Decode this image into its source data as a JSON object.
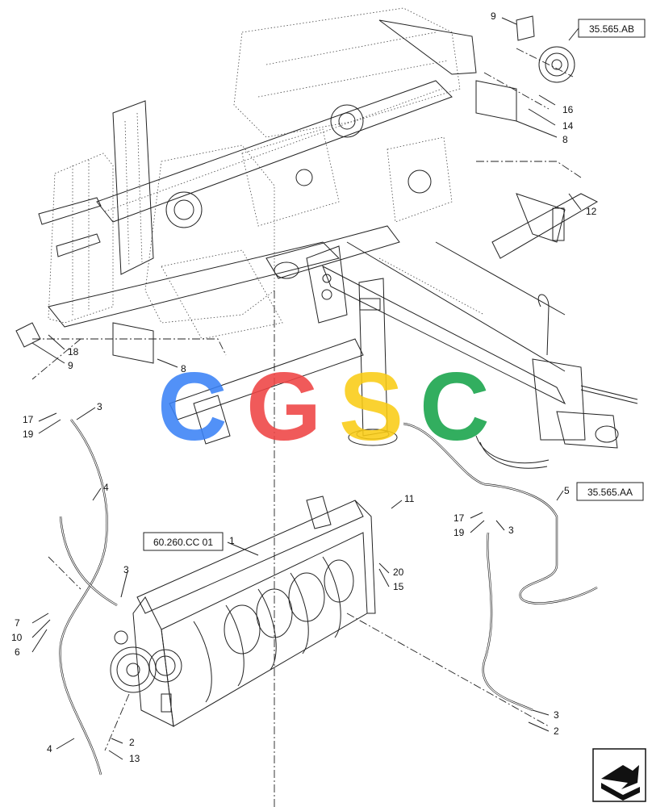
{
  "refs": {
    "r1": "35.565.AB",
    "r2": "35.565.AA",
    "r3": "60.260.CC 01"
  },
  "callouts": {
    "c9a": "9",
    "c16": "16",
    "c14": "14",
    "c8a": "8",
    "c12": "12",
    "c18": "18",
    "c9b": "9",
    "c8b": "8",
    "c17a": "17",
    "c19a": "19",
    "c3a": "3",
    "c4a": "4",
    "c5": "5",
    "c17b": "17",
    "c19b": "19",
    "c3b": "3",
    "c11": "11",
    "c1": "1",
    "c20": "20",
    "c15": "15",
    "c3c": "3",
    "c7": "7",
    "c10": "10",
    "c6": "6",
    "c3d": "3",
    "c2a": "2",
    "c2b": "2",
    "c13": "13",
    "c4b": "4"
  },
  "watermark": {
    "l1": "C",
    "l2": "G",
    "l3": "S",
    "l4": "C",
    "colors": [
      "#3b82f6",
      "#ef4444",
      "#facc15",
      "#16a34a"
    ]
  },
  "icons": {
    "corner": "view-direction-arrow-icon"
  }
}
